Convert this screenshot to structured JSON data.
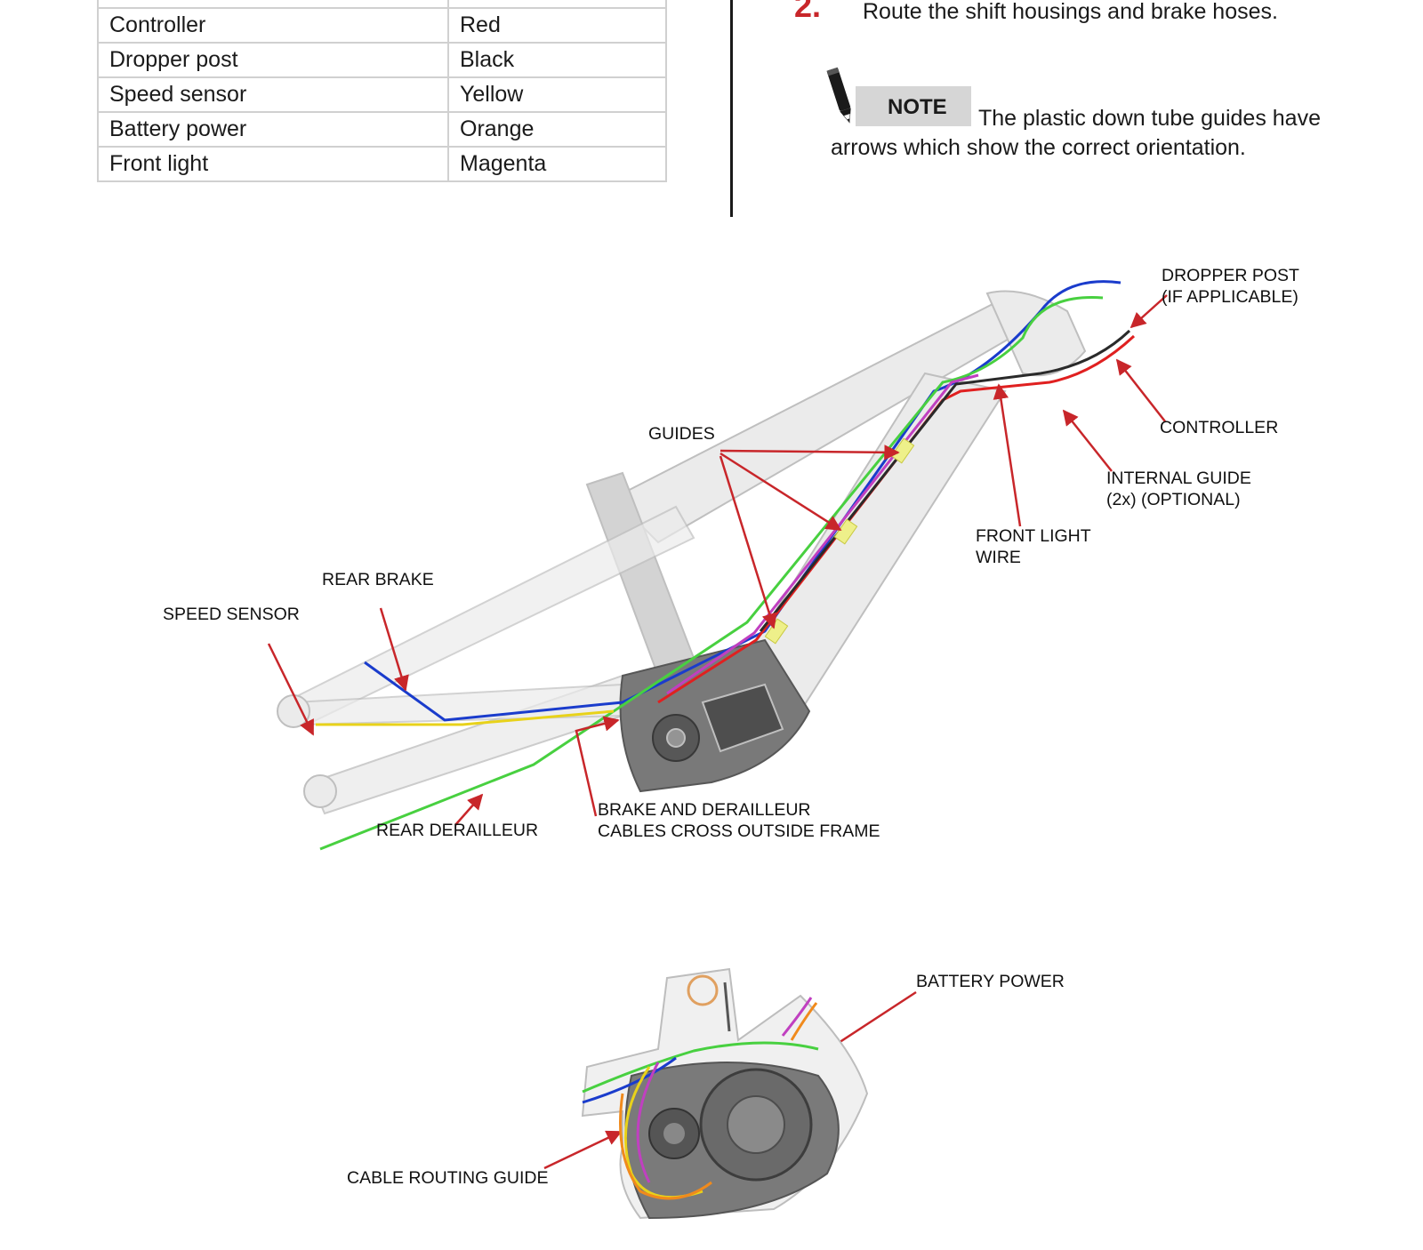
{
  "wire_table": {
    "rows": [
      {
        "component": "Controller",
        "color": "Red"
      },
      {
        "component": "Dropper post",
        "color": "Black"
      },
      {
        "component": "Speed sensor",
        "color": "Yellow"
      },
      {
        "component": "Battery power",
        "color": "Orange"
      },
      {
        "component": "Front light",
        "color": "Magenta"
      }
    ]
  },
  "step": {
    "number": "2.",
    "text": "Route the shift housings and brake hoses."
  },
  "note": {
    "label": "NOTE",
    "line1": "The plastic down tube guides have",
    "line2": "arrows which show the correct orientation."
  },
  "callouts": {
    "dropper_post_1": "DROPPER POST",
    "dropper_post_2": "(IF APPLICABLE)",
    "controller": "CONTROLLER",
    "internal_guide_1": "INTERNAL GUIDE",
    "internal_guide_2": "(2x) (OPTIONAL)",
    "guides": "GUIDES",
    "front_light_1": "FRONT LIGHT",
    "front_light_2": "WIRE",
    "rear_brake": "REAR BRAKE",
    "speed_sensor": "SPEED SENSOR",
    "rear_derailleur": "REAR DERAILLEUR",
    "brake_derailleur_1": "BRAKE AND DERAILLEUR",
    "brake_derailleur_2": "CABLES CROSS OUTSIDE FRAME",
    "battery_power": "BATTERY POWER",
    "cable_routing_guide": "CABLE ROUTING GUIDE"
  },
  "colors": {
    "accent_red": "#c8262a",
    "wire_red": "#e02020",
    "wire_black": "#2a2a2a",
    "wire_yellow": "#e8d21a",
    "wire_orange": "#f08a1c",
    "wire_magenta": "#c040c0",
    "wire_blue": "#1a3ccc",
    "wire_green": "#48d040"
  }
}
